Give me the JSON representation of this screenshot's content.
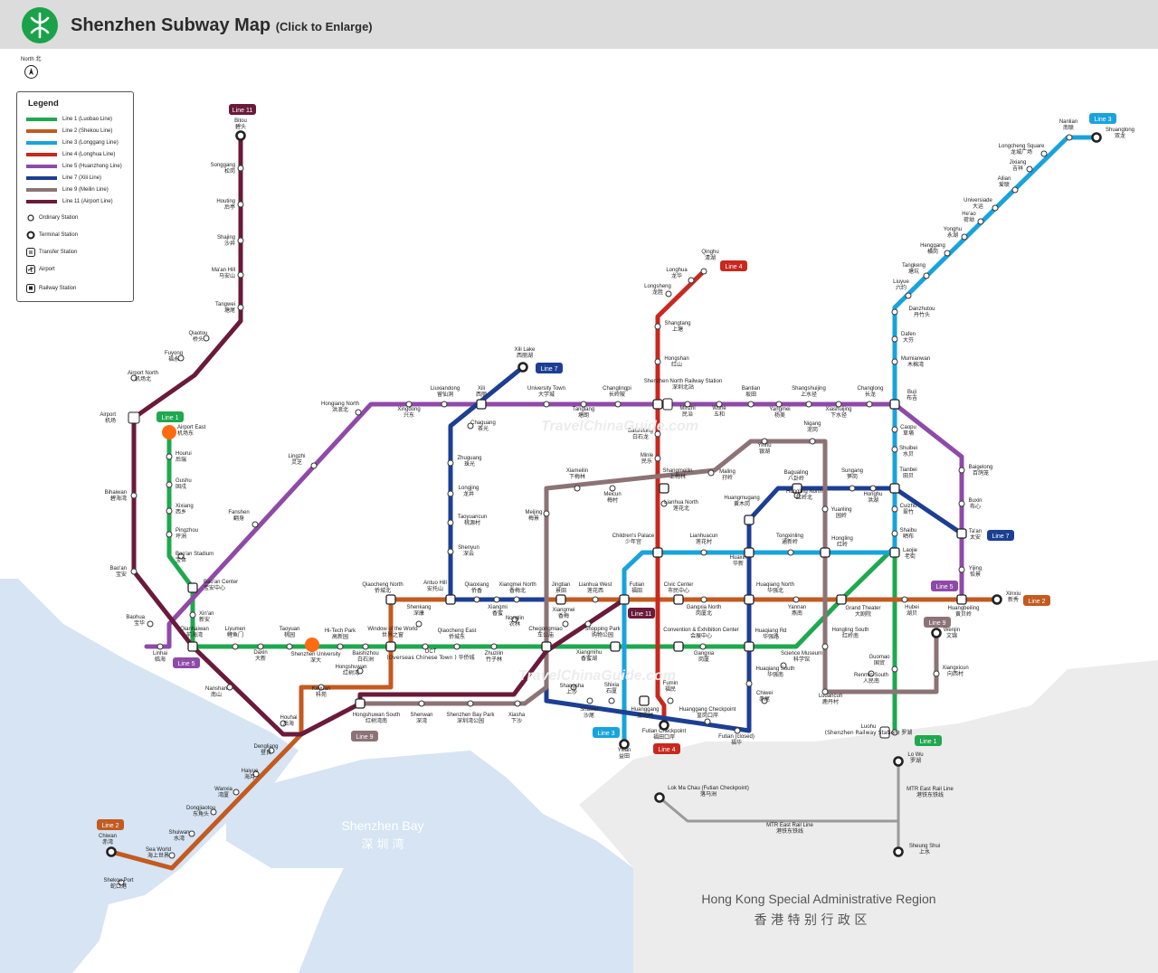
{
  "header": {
    "title": "Shenzhen Subway Map",
    "subtitle": "(Click to Enlarge)"
  },
  "north_label": "North 北",
  "legend": {
    "title": "Legend",
    "lines": [
      {
        "label": "Line 1 (Luobao Line)",
        "color": "#1fa84f"
      },
      {
        "label": "Line 2 (Shekou Line)",
        "color": "#c35a20"
      },
      {
        "label": "Line 3 (Longgang Line)",
        "color": "#19a3dd"
      },
      {
        "label": "Line 4 (Longhua Line)",
        "color": "#c8281e"
      },
      {
        "label": "Line 5 (Huanzhong Line)",
        "color": "#8f4aa8"
      },
      {
        "label": "Line 7 (Xili Line)",
        "color": "#1c3f94"
      },
      {
        "label": "Line 9 (Meilin Line)",
        "color": "#8c7376"
      },
      {
        "label": "Line 11 (Airport Line)",
        "color": "#6a1a3a"
      }
    ],
    "symbols": [
      {
        "label": "Ordinary Station",
        "icon": "ordinary-station-icon"
      },
      {
        "label": "Terminal Station",
        "icon": "terminal-station-icon"
      },
      {
        "label": "Transfer Station",
        "icon": "transfer-station-icon"
      },
      {
        "label": "Airport",
        "icon": "airport-icon"
      },
      {
        "label": "Railway Station",
        "icon": "railway-icon"
      }
    ]
  },
  "watermark": "TravelChinaGuide.com",
  "regions": {
    "bay_en": "Shenzhen Bay",
    "bay_cn": "深 圳 湾",
    "hk_en": "Hong Kong Special Administrative Region",
    "hk_cn": "香 港 特 别 行 政 区"
  },
  "badges": [
    {
      "label": "Line 11",
      "color": "#6a1a3a"
    },
    {
      "label": "Line 1",
      "color": "#1fa84f"
    },
    {
      "label": "Line 7",
      "color": "#1c3f94"
    },
    {
      "label": "Line 4",
      "color": "#c8281e"
    },
    {
      "label": "Line 3",
      "color": "#19a3dd"
    },
    {
      "label": "Line 7",
      "color": "#1c3f94"
    },
    {
      "label": "Line 5",
      "color": "#8f4aa8"
    },
    {
      "label": "Line 2",
      "color": "#c35a20"
    },
    {
      "label": "Line 9",
      "color": "#8c7376"
    },
    {
      "label": "Line 5",
      "color": "#8f4aa8"
    },
    {
      "label": "Line 11",
      "color": "#6a1a3a"
    },
    {
      "label": "Line 9",
      "color": "#8c7376"
    },
    {
      "label": "Line 3",
      "color": "#19a3dd"
    },
    {
      "label": "Line 4",
      "color": "#c8281e"
    },
    {
      "label": "Line 1",
      "color": "#1fa84f"
    },
    {
      "label": "Line 2",
      "color": "#c35a20"
    }
  ],
  "stations": [
    {
      "en": "Bitou",
      "cn": "碧头"
    },
    {
      "en": "Songgang",
      "cn": "松岗"
    },
    {
      "en": "Houting",
      "cn": "后亭"
    },
    {
      "en": "Shajing",
      "cn": "沙井"
    },
    {
      "en": "Ma'an Hill",
      "cn": "马安山"
    },
    {
      "en": "Tangwei",
      "cn": "塘尾"
    },
    {
      "en": "Qiaotou",
      "cn": "桥头"
    },
    {
      "en": "Fuyong",
      "cn": "福永"
    },
    {
      "en": "Airport North",
      "cn": "机场北"
    },
    {
      "en": "Airport",
      "cn": "机场"
    },
    {
      "en": "Bihaiwan",
      "cn": "碧海湾"
    },
    {
      "en": "Bao'an",
      "cn": "宝安"
    },
    {
      "en": "Baohua",
      "cn": "宝华"
    },
    {
      "en": "Linhai",
      "cn": "临海"
    },
    {
      "en": "Airport East",
      "cn": "机场东"
    },
    {
      "en": "Hourui",
      "cn": "后瑞"
    },
    {
      "en": "Gushu",
      "cn": "固戍"
    },
    {
      "en": "Xixiang",
      "cn": "西乡"
    },
    {
      "en": "Pingzhou",
      "cn": "坪洲"
    },
    {
      "en": "Bao'an Stadium",
      "cn": "宝体"
    },
    {
      "en": "Bao'an Center",
      "cn": "宝安中心"
    },
    {
      "en": "Xin'an",
      "cn": "新安"
    },
    {
      "en": "Qianhaiwan",
      "cn": "前海湾"
    },
    {
      "en": "Liyumen",
      "cn": "鲤鱼门"
    },
    {
      "en": "Daxin",
      "cn": "大新"
    },
    {
      "en": "Taoyuan",
      "cn": "桃园"
    },
    {
      "en": "Shenzhen University",
      "cn": "深大"
    },
    {
      "en": "Hi-Tech Park",
      "cn": "高新园"
    },
    {
      "en": "Baishizhou",
      "cn": "白石洲"
    },
    {
      "en": "Window of the World",
      "cn": "世界之窗"
    },
    {
      "en": "OCT",
      "cn": "(Overseas Chinese Town ) 华侨城"
    },
    {
      "en": "Qiaocheng East",
      "cn": "侨城东"
    },
    {
      "en": "Zhuzilin",
      "cn": "竹子林"
    },
    {
      "en": "Chegongmiao",
      "cn": "车公庙"
    },
    {
      "en": "Xiangmei",
      "cn": "香梅"
    },
    {
      "en": "Shopping Park",
      "cn": "购物公园"
    },
    {
      "en": "Convention & Exhibition Center",
      "cn": "会展中心"
    },
    {
      "en": "Gangxia",
      "cn": "岗厦"
    },
    {
      "en": "Huaqiang Rd",
      "cn": "华强路"
    },
    {
      "en": "Science Museum",
      "cn": "科学馆"
    },
    {
      "en": "Grand Theater",
      "cn": "大剧院"
    },
    {
      "en": "Hubei",
      "cn": "湖贝"
    },
    {
      "en": "Guomao",
      "cn": "国贸"
    },
    {
      "en": "Luohu",
      "cn": "(Shenzhen Railway Station) 罗湖"
    },
    {
      "en": "Nanshan",
      "cn": "南山"
    },
    {
      "en": "Houhai",
      "cn": "后海"
    },
    {
      "en": "Dengliang",
      "cn": "登良"
    },
    {
      "en": "Haiyue",
      "cn": "海月"
    },
    {
      "en": "Wanxia",
      "cn": "湾厦"
    },
    {
      "en": "Dongjiaotou",
      "cn": "东角头"
    },
    {
      "en": "Shuiwan",
      "cn": "水湾"
    },
    {
      "en": "Sea World",
      "cn": "海上世界"
    },
    {
      "en": "Shekou Port",
      "cn": "蛇口港"
    },
    {
      "en": "Chiwan",
      "cn": "赤湾"
    },
    {
      "en": "Keyuan",
      "cn": "科苑"
    },
    {
      "en": "Hongshuwan",
      "cn": "红树湾"
    },
    {
      "en": "Hongshuwan South",
      "cn": "红树湾南"
    },
    {
      "en": "Shenwan",
      "cn": "深湾"
    },
    {
      "en": "Shenzhen Bay Park",
      "cn": "深圳湾公园"
    },
    {
      "en": "Xiasha",
      "cn": "下沙"
    },
    {
      "en": "Qiaocheng North",
      "cn": "侨城北"
    },
    {
      "en": "Antuo Hill",
      "cn": "安托山"
    },
    {
      "en": "Qiaoxiang",
      "cn": "侨香"
    },
    {
      "en": "Xiangmi",
      "cn": "香蜜"
    },
    {
      "en": "Xiangmei North",
      "cn": "香梅北"
    },
    {
      "en": "Nonglin",
      "cn": "农林"
    },
    {
      "en": "Jingtian",
      "cn": "景田"
    },
    {
      "en": "Lianhua West",
      "cn": "莲花西"
    },
    {
      "en": "Futian",
      "cn": "福田"
    },
    {
      "en": "Civic Center",
      "cn": "市民中心"
    },
    {
      "en": "Gangxia North",
      "cn": "岗厦北"
    },
    {
      "en": "Huaqiang North",
      "cn": "华强北"
    },
    {
      "en": "Yannan",
      "cn": "燕南"
    },
    {
      "en": "Huangbeiling",
      "cn": "黄贝岭"
    },
    {
      "en": "Xinxiu",
      "cn": "新秀"
    },
    {
      "en": "Shenkang",
      "cn": "深康"
    },
    {
      "en": "Xiangmihu",
      "cn": "香蜜湖"
    },
    {
      "en": "Shangsha",
      "cn": "上沙"
    },
    {
      "en": "Shawei",
      "cn": "沙尾"
    },
    {
      "en": "Shixia",
      "cn": "石厦"
    },
    {
      "en": "Huanggang",
      "cn": "皇岗村"
    },
    {
      "en": "Futian Checkpoint",
      "cn": "福田口岸"
    },
    {
      "en": "Fumin",
      "cn": "福民"
    },
    {
      "en": "Huanggang Checkpoint",
      "cn": "皇岗口岸"
    },
    {
      "en": "Futian (closed)",
      "cn": "福华"
    },
    {
      "en": "Huaqiang South",
      "cn": "华强南"
    },
    {
      "en": "Chiwei",
      "cn": "赤尾"
    },
    {
      "en": "Yitian",
      "cn": "益田"
    },
    {
      "en": "Hongling South",
      "cn": "红岭南"
    },
    {
      "en": "Renmin South",
      "cn": "人民南"
    },
    {
      "en": "Ludancun",
      "cn": "鹿丹村"
    },
    {
      "en": "Xiangxicun",
      "cn": "向西村"
    },
    {
      "en": "Wenjin",
      "cn": "文锦"
    },
    {
      "en": "Xili Lake",
      "cn": "西丽湖"
    },
    {
      "en": "Xili",
      "cn": "西丽"
    },
    {
      "en": "Chaguang",
      "cn": "茶光"
    },
    {
      "en": "Zhuguang",
      "cn": "珠光"
    },
    {
      "en": "Longjing",
      "cn": "龙井"
    },
    {
      "en": "Taoyuancun",
      "cn": "桃源村"
    },
    {
      "en": "Shenyun",
      "cn": "深云"
    },
    {
      "en": "Hongiang North",
      "cn": "洪浪北"
    },
    {
      "en": "Lingzhi",
      "cn": "灵芝"
    },
    {
      "en": "Fanshen",
      "cn": "翻身"
    },
    {
      "en": "Xingdong",
      "cn": "兴东"
    },
    {
      "en": "Liuxiandong",
      "cn": "留仙洞"
    },
    {
      "en": "University Town",
      "cn": "大学城"
    },
    {
      "en": "Tanglang",
      "cn": "塘朗"
    },
    {
      "en": "Changlingpi",
      "cn": "长岭陂"
    },
    {
      "en": "Shenzhen North Railway Station",
      "cn": "深圳北站"
    },
    {
      "en": "Minzhi",
      "cn": "民治"
    },
    {
      "en": "Wuhe",
      "cn": "五和"
    },
    {
      "en": "Bantian",
      "cn": "坂田"
    },
    {
      "en": "Yangmei",
      "cn": "杨美"
    },
    {
      "en": "Shangshuijing",
      "cn": "上水径"
    },
    {
      "en": "Xiashuijing",
      "cn": "下水径"
    },
    {
      "en": "Changlong",
      "cn": "长龙"
    },
    {
      "en": "Buji",
      "cn": "布吉"
    },
    {
      "en": "Baigelong",
      "cn": "百鸽笼"
    },
    {
      "en": "Buxin",
      "cn": "布心"
    },
    {
      "en": "Ta'an",
      "cn": "太安"
    },
    {
      "en": "Yijing",
      "cn": "怡景"
    },
    {
      "en": "Qinghu",
      "cn": "清湖"
    },
    {
      "en": "Longhua",
      "cn": "龙华"
    },
    {
      "en": "Longsheng",
      "cn": "龙胜"
    },
    {
      "en": "Shangtang",
      "cn": "上塘"
    },
    {
      "en": "Hongshan",
      "cn": "红山"
    },
    {
      "en": "Baishilong",
      "cn": "白石龙"
    },
    {
      "en": "Minle",
      "cn": "民乐"
    },
    {
      "en": "Shangmeilin",
      "cn": "上梅林"
    },
    {
      "en": "Lianhua North",
      "cn": "莲花北"
    },
    {
      "en": "Xiameilin",
      "cn": "下梅林"
    },
    {
      "en": "Meicun",
      "cn": "梅村"
    },
    {
      "en": "Meijing",
      "cn": "梅景"
    },
    {
      "en": "Children's Palace",
      "cn": "少年宫"
    },
    {
      "en": "Lianhuacun",
      "cn": "莲花村"
    },
    {
      "en": "Huaxin",
      "cn": "华新"
    },
    {
      "en": "Tongxinling",
      "cn": "通新岭"
    },
    {
      "en": "Hongling",
      "cn": "红岭"
    },
    {
      "en": "Laojie",
      "cn": "老街"
    },
    {
      "en": "Yinhu",
      "cn": "银湖"
    },
    {
      "en": "Nigang",
      "cn": "泥岗"
    },
    {
      "en": "Maling",
      "cn": "孖岭"
    },
    {
      "en": "Bagualing",
      "cn": "八卦岭"
    },
    {
      "en": "Hongling North",
      "cn": "红岭北"
    },
    {
      "en": "Huangmugang",
      "cn": "黄木岗"
    },
    {
      "en": "Yuanling",
      "cn": "园岭"
    },
    {
      "en": "Sungang",
      "cn": "笋岗"
    },
    {
      "en": "Honghu",
      "cn": "洪湖"
    },
    {
      "en": "Tianbei",
      "cn": "田贝"
    },
    {
      "en": "Cuizhu",
      "cn": "翠竹"
    },
    {
      "en": "Shaibu",
      "cn": "晒布"
    },
    {
      "en": "Shuibei",
      "cn": "水贝"
    },
    {
      "en": "Caopu",
      "cn": "草埔"
    },
    {
      "en": "Mumianwan",
      "cn": "木棉湾"
    },
    {
      "en": "Dafen",
      "cn": "大芬"
    },
    {
      "en": "Danzhutou",
      "cn": "丹竹头"
    },
    {
      "en": "Liuyue",
      "cn": "六约"
    },
    {
      "en": "Tangkeng",
      "cn": "塘坑"
    },
    {
      "en": "Henggang",
      "cn": "横岗"
    },
    {
      "en": "Yonghu",
      "cn": "永湖"
    },
    {
      "en": "He'ao",
      "cn": "荷坳"
    },
    {
      "en": "Universiade",
      "cn": "大运"
    },
    {
      "en": "Ailian",
      "cn": "爱联"
    },
    {
      "en": "Jixiang",
      "cn": "吉祥"
    },
    {
      "en": "Longcheng Square",
      "cn": "龙城广场"
    },
    {
      "en": "Nanlian",
      "cn": "南联"
    },
    {
      "en": "Shuanglong",
      "cn": "双龙"
    },
    {
      "en": "Lo Wu",
      "cn": "罗湖"
    },
    {
      "en": "Lok Ma Chau (Futian Checkpoint)",
      "cn": "落马洲"
    },
    {
      "en": "MTR East Rail Line",
      "cn": "港铁东铁线"
    },
    {
      "en": "MTR East Rail Line",
      "cn": "港铁东铁线"
    },
    {
      "en": "Sheung Shui",
      "cn": "上水"
    }
  ]
}
